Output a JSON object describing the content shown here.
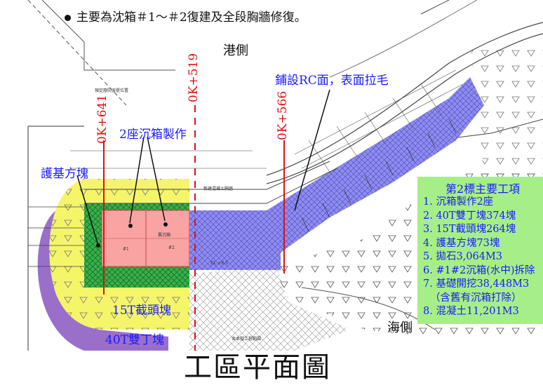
{
  "header": {
    "bullet_text": "主要為沈箱＃1～＃2復建及全段胸牆修復。"
  },
  "labels": {
    "harbor_side": "港側",
    "sea_side": "海側",
    "rc_surface": "鋪設RC面，表面拉毛",
    "caisson_making": "2座沉箱製作",
    "armor_blocks": "護基方塊",
    "block_15t": "15T截頭塊",
    "block_40t": "40T雙丁塊"
  },
  "mileposts": [
    "0K+641",
    "0K+519",
    "0K+566"
  ],
  "legend": {
    "title": "第2標主要工項",
    "items": [
      "1. 沉箱製作2座",
      "2. 40T雙丁塊374塊",
      "3. 15T截頭塊264塊",
      "4. 護基方塊73塊",
      "5. 拋石3,064M3",
      "6. #1#2沉箱(水中)拆除",
      "7. 基礎開挖38,448M3",
      "（含舊有沉箱打除）",
      "8. 混凝土11,201M3"
    ]
  },
  "caption": "工區平面圖",
  "small_notes": {
    "drain": "預定廢防波堤位置",
    "caisson_note": "#1",
    "caisson_note2": "#2",
    "old": "舊沉箱",
    "el": "EL.+8.5",
    "new_wall": "新建混凝土胸牆",
    "work_area": "舍本階工程範圍"
  },
  "colors": {
    "yellow": "#f5f56a",
    "green": "#35b24a",
    "red_fill": "#f9a3a3",
    "blue_fill": "#8f8cf0",
    "purple": "#9a6fc9",
    "legend_bg": "#a6ef88",
    "label_blue": "#1a1aff",
    "milepost_red": "#e01010"
  }
}
